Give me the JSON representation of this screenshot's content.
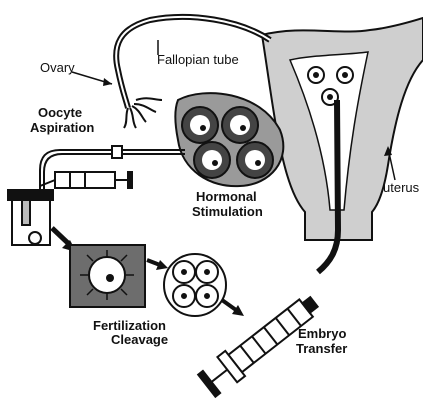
{
  "labels": {
    "ovary": "Ovary",
    "fallopian_tube": "Fallopian tube",
    "oocyte_line1": "Oocyte",
    "oocyte_line2": "Aspiration",
    "hormonal_line1": "Hormonal",
    "hormonal_line2": "Stimulation",
    "uterus": "uterus",
    "fert_line1": "Fertilization",
    "fert_line2": "Cleavage",
    "embryo_line1": "Embryo",
    "embryo_line2": "Transfer"
  },
  "colors": {
    "uterus_fill": "#cfcfcf",
    "line": "#111111",
    "dish_fill": "#6d6d6d"
  }
}
